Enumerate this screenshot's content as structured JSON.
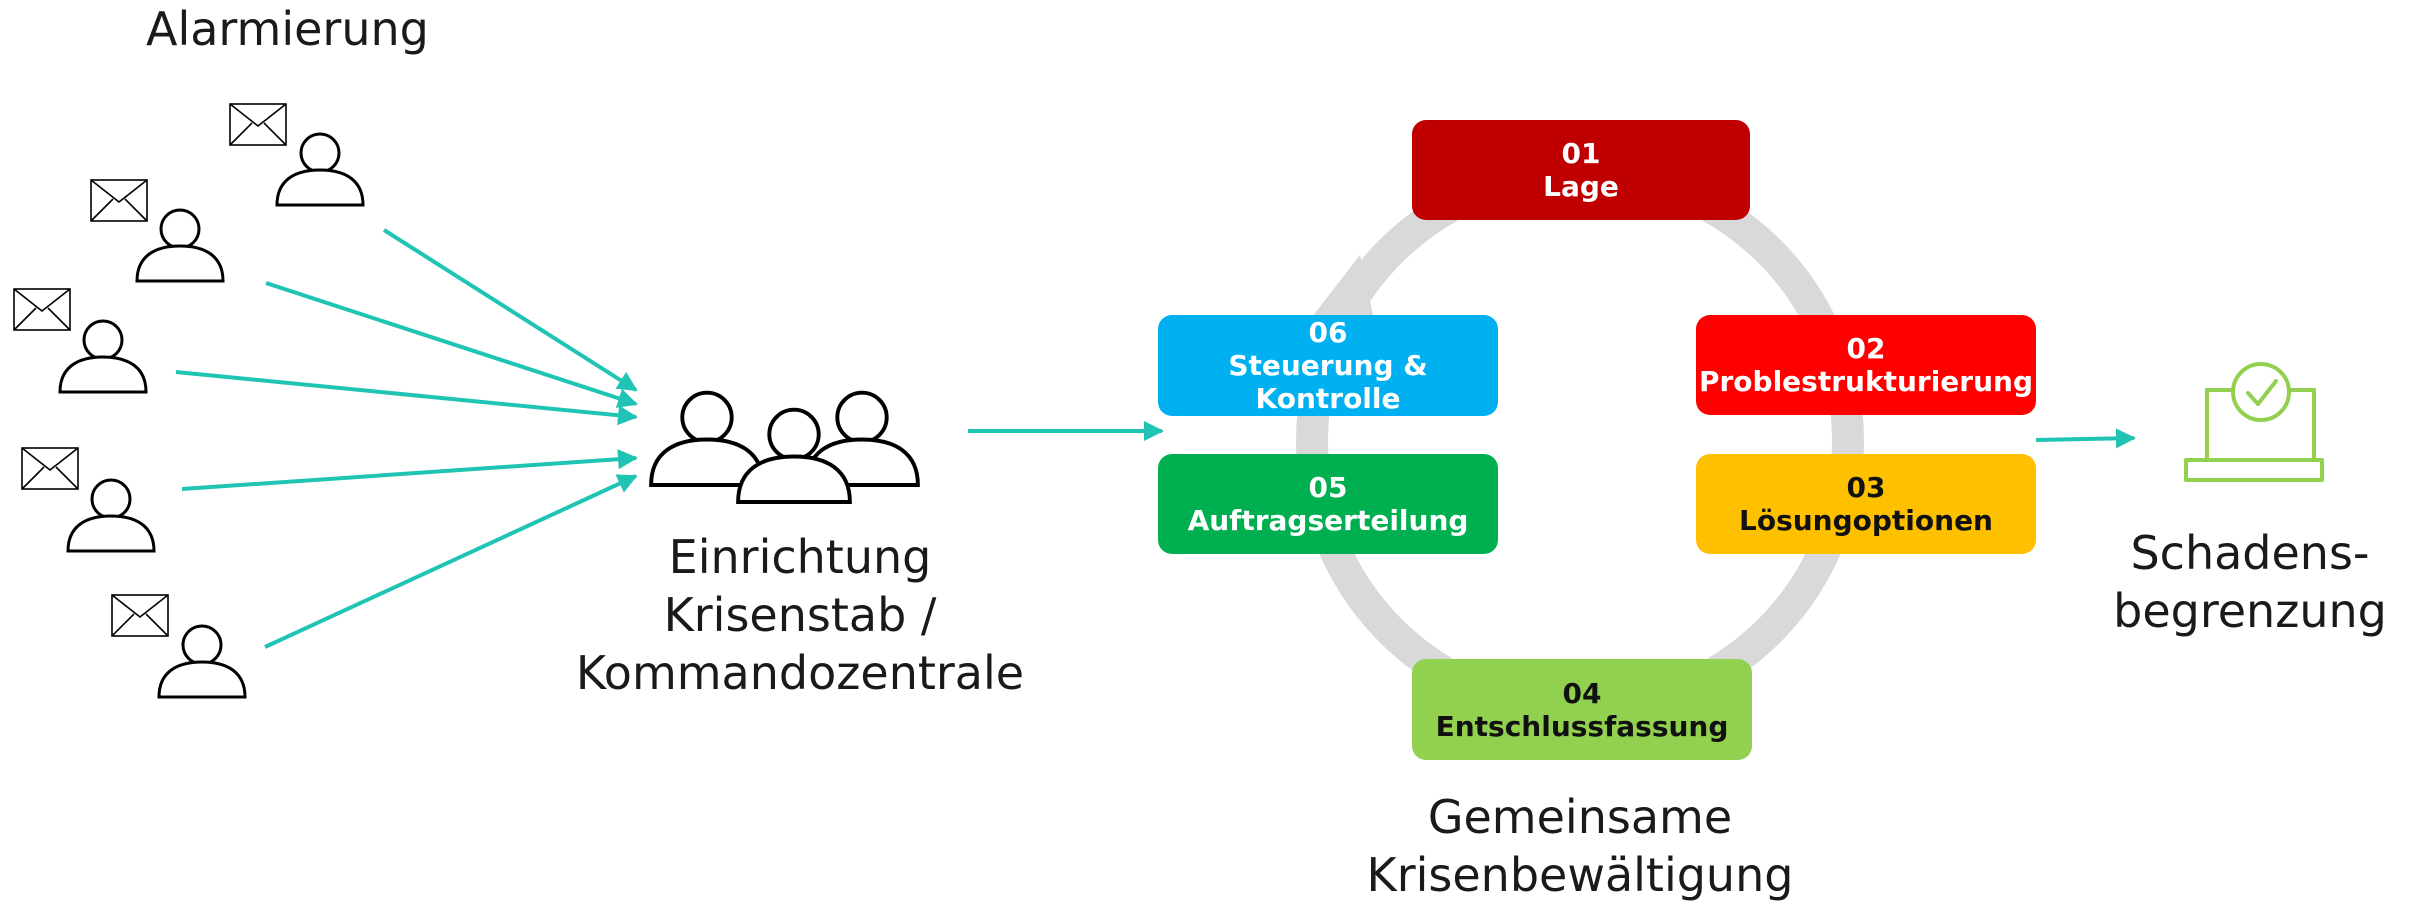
{
  "title": "Alarmierung",
  "center_label": [
    "Einrichtung",
    "Krisenstab /",
    "Kommandozentrale"
  ],
  "cycle_label": [
    "Gemeinsame",
    "Krisenbewältigung"
  ],
  "result_label": [
    "Schadens-",
    "begrenzung"
  ],
  "steps": [
    {
      "number": "01",
      "label": "Lage",
      "color": "#C00000"
    },
    {
      "number": "02",
      "label": "Problestrukturierung",
      "color": "#FF0000"
    },
    {
      "number": "03",
      "label": "Lösungoptionen",
      "color": "#FFC000"
    },
    {
      "number": "04",
      "label": "Entschlussfassung",
      "color": "#92D050"
    },
    {
      "number": "05",
      "label": "Auftragserteilung",
      "color": "#00B050"
    },
    {
      "number": "06",
      "label": "Steuerung & Kontrolle",
      "color": "#00B0F0"
    }
  ],
  "colors": {
    "arrow": "#1FC4B4",
    "cycle_ring": "#D9D9D9",
    "laptop_icon": "#92D050",
    "people_outline": "#000000"
  },
  "icons": [
    "envelope-icon",
    "person-icon",
    "team-icon",
    "laptop-check-icon"
  ]
}
